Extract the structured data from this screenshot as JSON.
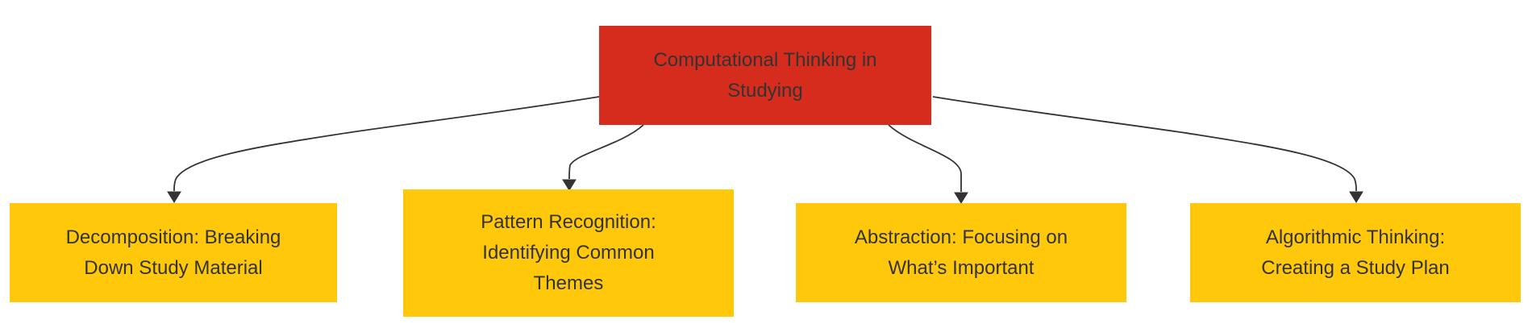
{
  "diagram": {
    "type": "flowchart",
    "direction": "top-down",
    "colors": {
      "root_fill": "#d62c1e",
      "child_fill": "#ffc80b",
      "text": "#333333",
      "edge": "#333333",
      "background": "#ffffff"
    },
    "root": {
      "id": "root",
      "label": "Computational Thinking in Studying",
      "lines": [
        "Computational Thinking in",
        "Studying"
      ]
    },
    "children": [
      {
        "id": "decomposition",
        "label": "Decomposition: Breaking Down Study Material",
        "lines": [
          "Decomposition: Breaking",
          "Down Study Material"
        ]
      },
      {
        "id": "pattern-recognition",
        "label": "Pattern Recognition: Identifying Common Themes",
        "lines": [
          "Pattern Recognition:",
          "Identifying Common",
          "Themes"
        ]
      },
      {
        "id": "abstraction",
        "label": "Abstraction: Focusing on What’s Important",
        "lines": [
          "Abstraction: Focusing on",
          "What’s Important"
        ]
      },
      {
        "id": "algorithmic-thinking",
        "label": "Algorithmic Thinking: Creating a Study Plan",
        "lines": [
          "Algorithmic Thinking:",
          "Creating a Study Plan"
        ]
      }
    ],
    "edges": [
      {
        "from": "root",
        "to": "decomposition"
      },
      {
        "from": "root",
        "to": "pattern-recognition"
      },
      {
        "from": "root",
        "to": "abstraction"
      },
      {
        "from": "root",
        "to": "algorithmic-thinking"
      }
    ]
  }
}
